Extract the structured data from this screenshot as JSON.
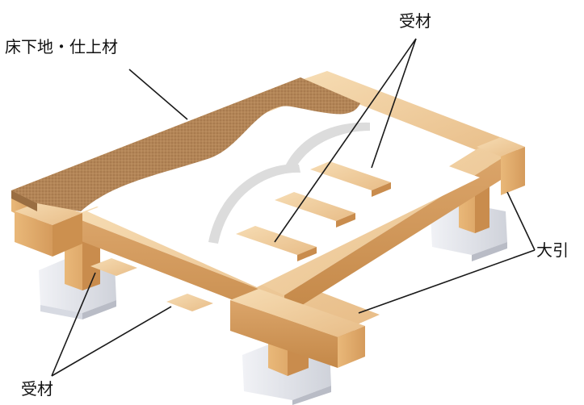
{
  "labels": {
    "floor_base_finish": "床下地・仕上材",
    "support_top": "受材",
    "main_beam": "大引",
    "support_bottom": "受材"
  },
  "colors": {
    "wood_light": "#f2d3a6",
    "wood_mid": "#e4b47d",
    "wood_dark": "#c98f52",
    "wood_deep": "#a8703c",
    "floor_board": "#b08253",
    "concrete": "#e2e4ea",
    "leader_line": "#1a1a1a"
  }
}
